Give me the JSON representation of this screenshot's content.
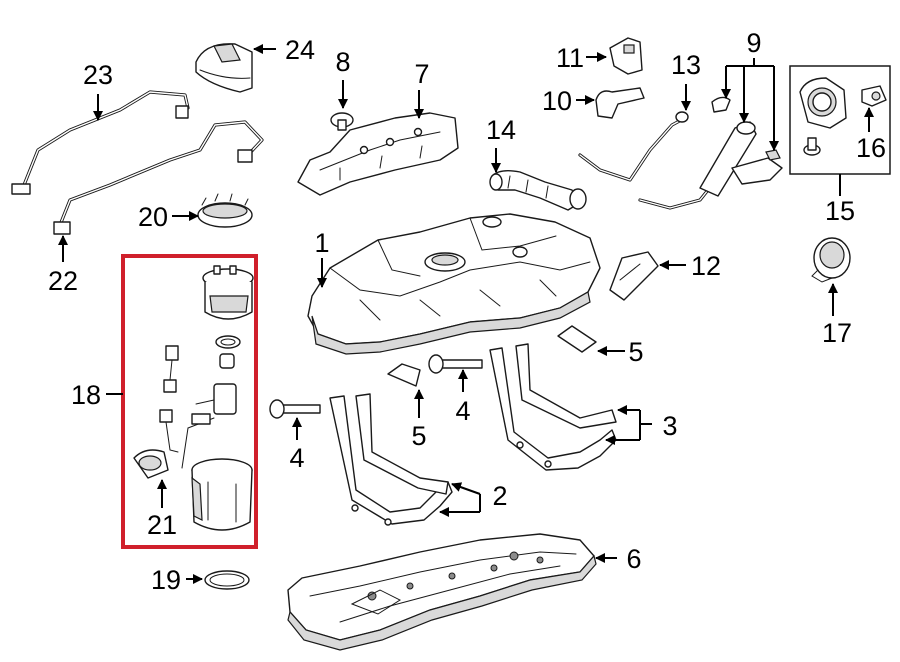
{
  "diagram": {
    "highlight_color": "#d0202b",
    "line_color": "#1a1a1a",
    "callouts": {
      "c1": "1",
      "c2": "2",
      "c3": "3",
      "c4a": "4",
      "c4b": "4",
      "c5a": "5",
      "c5b": "5",
      "c6": "6",
      "c7": "7",
      "c8": "8",
      "c9": "9",
      "c10": "10",
      "c11": "11",
      "c12": "12",
      "c13": "13",
      "c14": "14",
      "c15": "15",
      "c16": "16",
      "c17": "17",
      "c18": "18",
      "c19": "19",
      "c20": "20",
      "c21": "21",
      "c22": "22",
      "c23": "23",
      "c24": "24"
    }
  }
}
